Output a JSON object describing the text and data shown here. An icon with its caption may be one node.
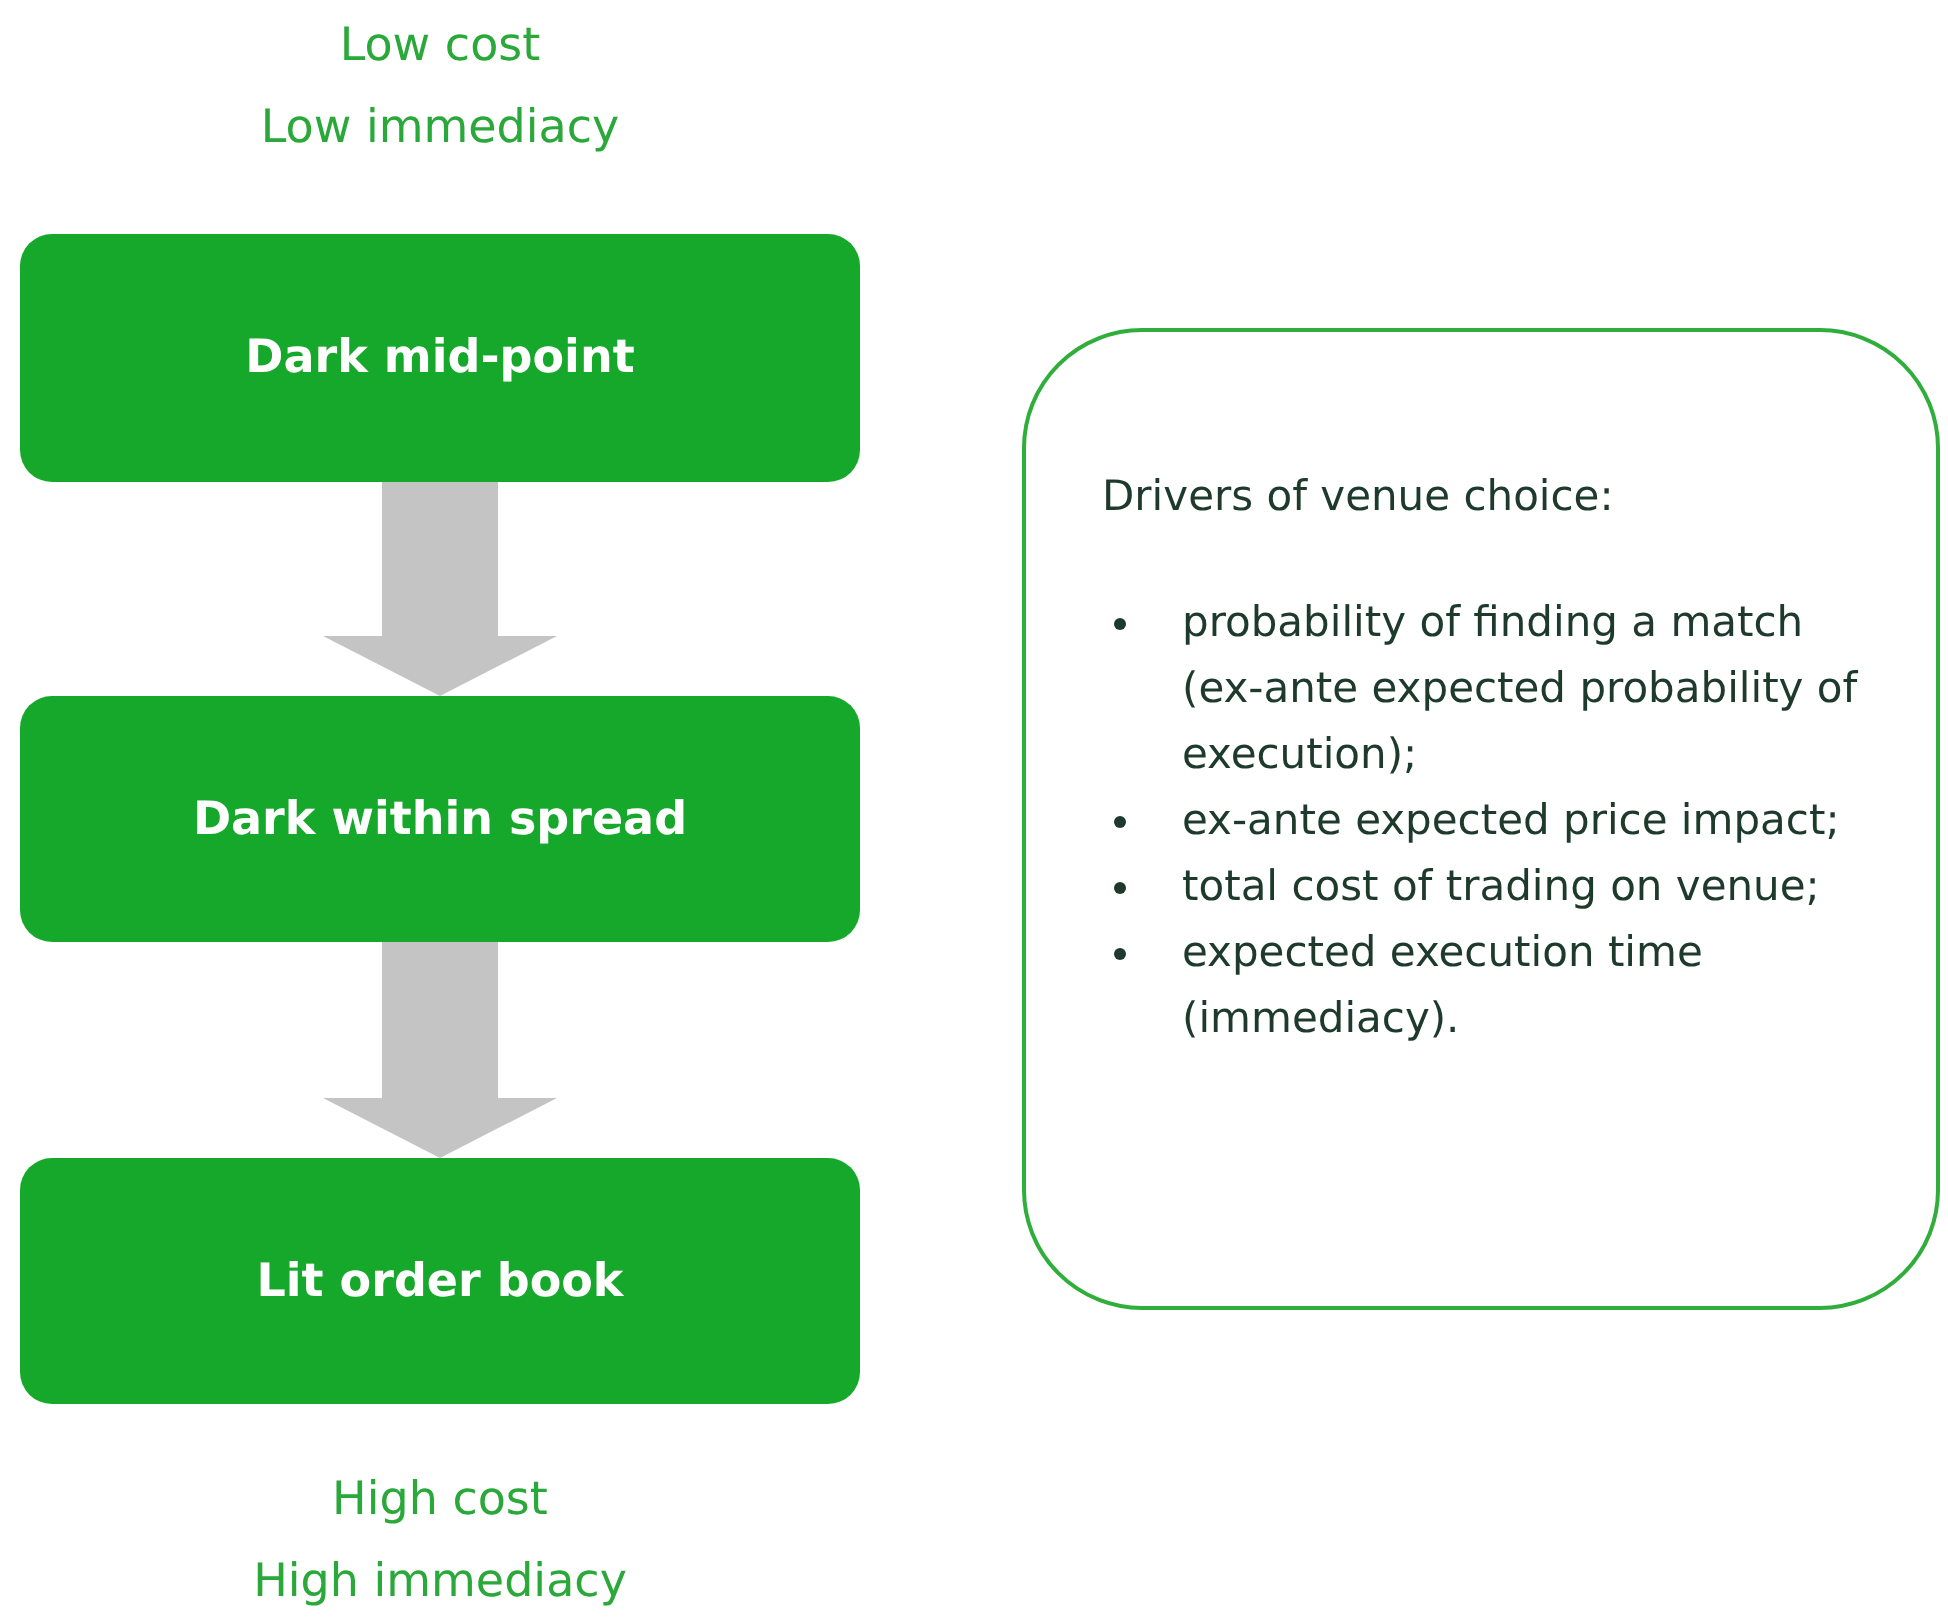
{
  "diagram": {
    "nodes": [
      {
        "text": [
          "Dark mid-point"
        ]
      },
      {
        "text": [
          "Dark within spread"
        ]
      },
      {
        "text": [
          "Lit order book"
        ]
      },
      {
        "text": [
          "Drivers of venue choice:",
          "probability of finding a match (ex-ante expected probability of execution);",
          "ex-ante expected price impact;",
          "total cost of trading on venue;",
          "expected execution time (immediacy)."
        ]
      }
    ],
    "edges": [
      {
        "from": 0,
        "to": 1,
        "arrow": "to"
      },
      {
        "from": 1,
        "to": 2,
        "arrow": "to"
      }
    ],
    "labels": [
      "Low cost",
      "Low immediacy",
      "High cost",
      "High immediacy"
    ]
  }
}
